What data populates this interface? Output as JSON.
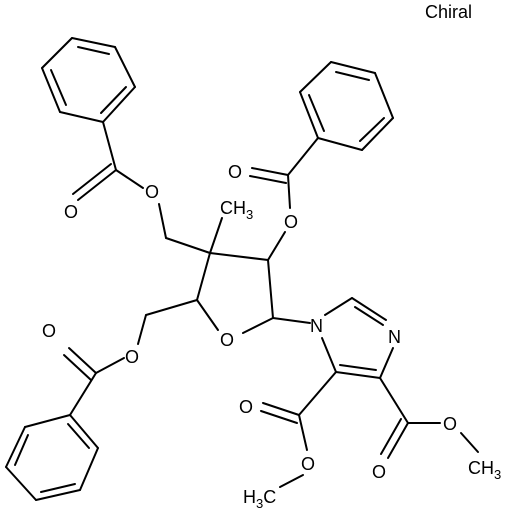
{
  "chirality_label": "Chiral",
  "atom_labels": {
    "ch3_top": "CH",
    "ch3_top_sub": "3",
    "ring_oxygen": "O",
    "n1": "N",
    "n3": "N",
    "ester_o_top_left": "O",
    "carbonyl_o_top_left": "O",
    "ester_o_c2": "O",
    "carbonyl_o_c2": "O",
    "ester_o_left": "O",
    "carbonyl_o_left": "O",
    "carbonyl_o_c5": "O",
    "ester_o_c5": "O",
    "h3c_bottom": "H",
    "h3c_bottom_sub": "3",
    "h3c_bottom_c": "C",
    "carbonyl_o_c4": "O",
    "ester_o_c4": "O",
    "ch3_right": "CH",
    "ch3_right_sub": "3"
  }
}
